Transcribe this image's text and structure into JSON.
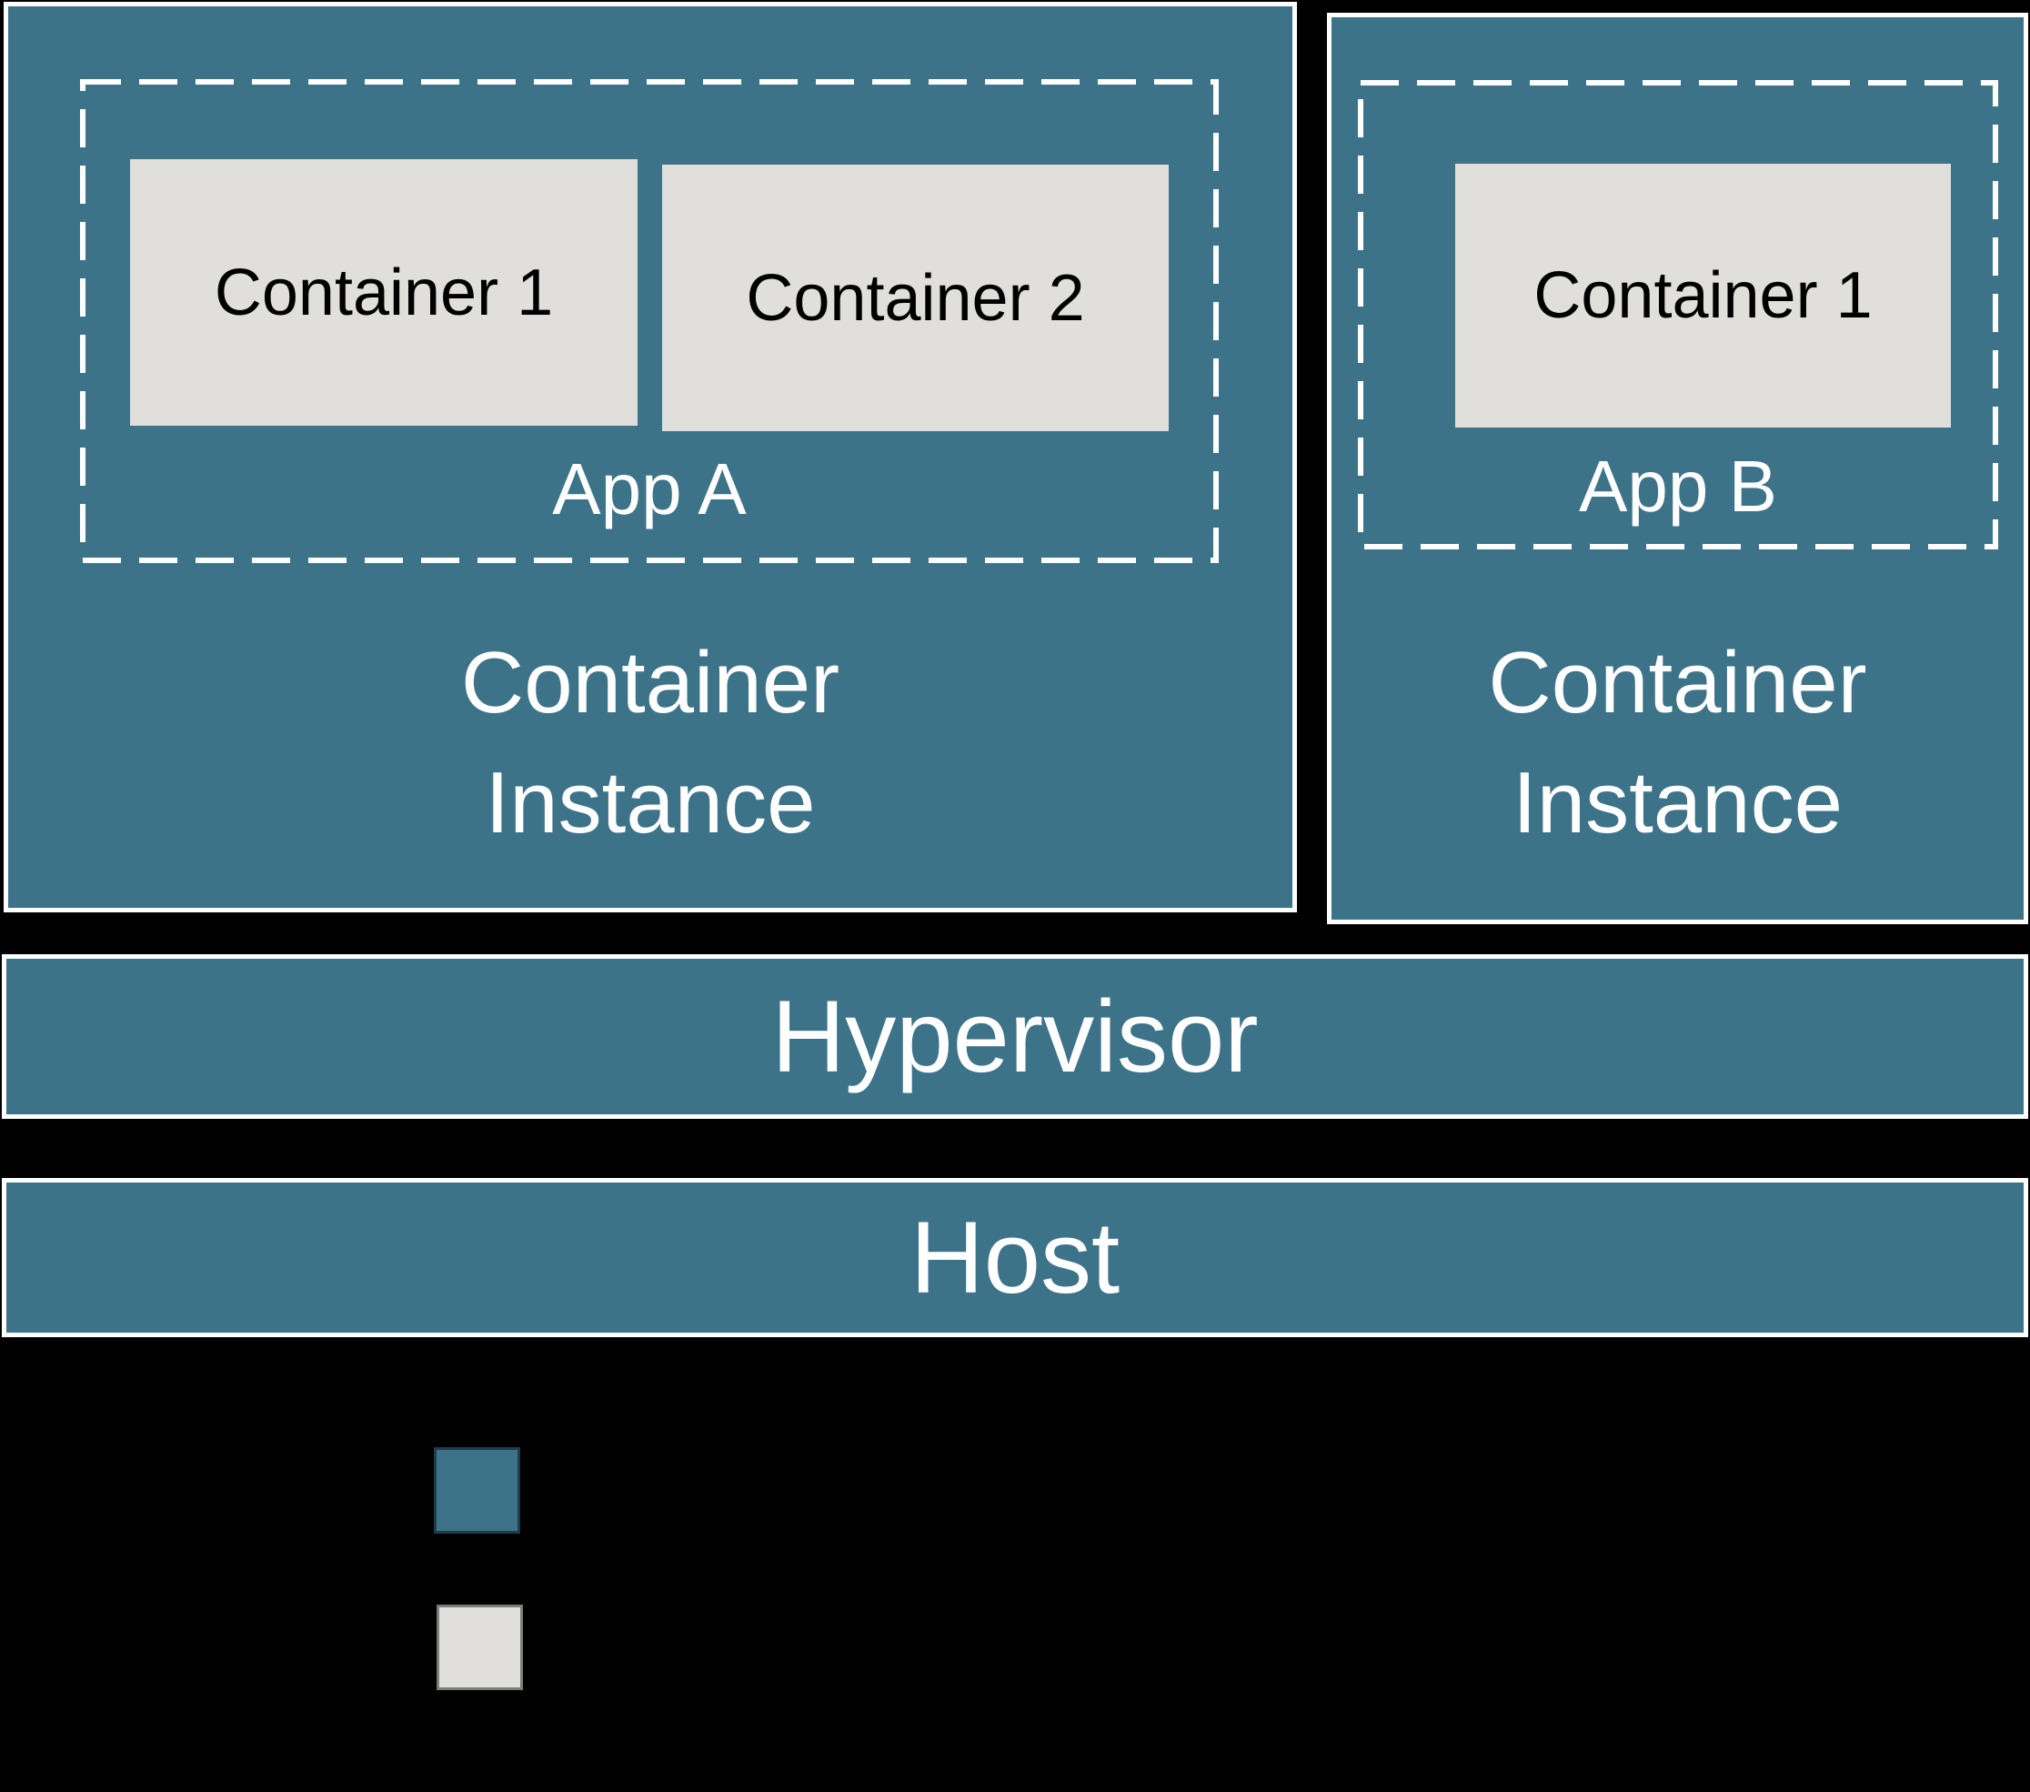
{
  "colors": {
    "background": "#000000",
    "teal": "#3D7389",
    "light_gray": "#E0DFDB",
    "white": "#FFFFFF",
    "text_dark": "#000000",
    "legend_teal_border": "#1E3C4E",
    "legend_gray_border": "#7C7C78"
  },
  "instances": [
    {
      "label_lines": [
        "Container",
        "Instance"
      ],
      "app": {
        "label": "App A",
        "containers": [
          "Container 1",
          "Container 2"
        ]
      }
    },
    {
      "label_lines": [
        "Container",
        "Instance"
      ],
      "app": {
        "label": "App B",
        "containers": [
          "Container 1"
        ]
      }
    }
  ],
  "layers": {
    "hypervisor": "Hypervisor",
    "host": "Host"
  },
  "legend": {
    "swatch_colors": [
      "teal",
      "light_gray"
    ]
  }
}
